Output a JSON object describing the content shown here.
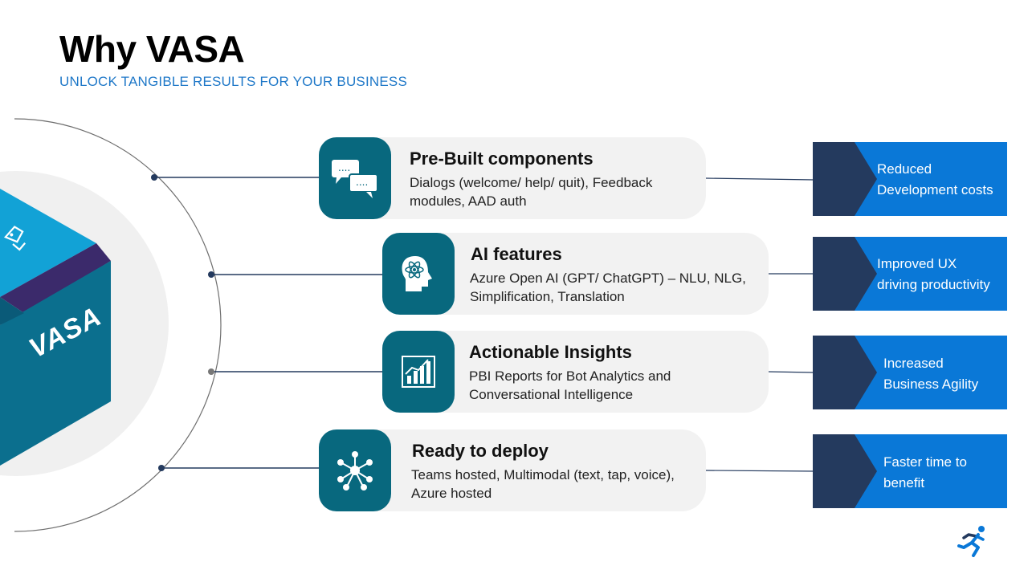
{
  "header": {
    "title": "Why VASA",
    "subtitle": "UNLOCK TANGIBLE RESULTS FOR YOUR BUSINESS"
  },
  "hero": {
    "cube_label": "VASA"
  },
  "features": [
    {
      "title": "Pre-Built components",
      "description": "Dialogs (welcome/ help/ quit), Feedback\nmodules, AAD auth",
      "icon": "chat-bubbles-icon"
    },
    {
      "title": "AI features",
      "description": "Azure Open AI (GPT/ ChatGPT) – NLU, NLG,\nSimplification, Translation",
      "icon": "ai-head-icon"
    },
    {
      "title": "Actionable Insights",
      "description": "PBI Reports for Bot Analytics and\nConversational Intelligence",
      "icon": "bar-chart-icon"
    },
    {
      "title": "Ready to deploy",
      "description": "Teams hosted, Multimodal (text, tap, voice),\nAzure hosted",
      "icon": "network-hub-icon"
    }
  ],
  "benefits": [
    {
      "text": "Reduced\nDevelopment costs"
    },
    {
      "text": "Improved UX\ndriving productivity"
    },
    {
      "text": "Increased\nBusiness Agility"
    },
    {
      "text": "Faster time to\nbenefit"
    }
  ],
  "colors": {
    "accent_blue": "#0a78d7",
    "navy": "#243a5e",
    "teal": "#08687e",
    "card_bg": "#f2f2f2",
    "subtitle": "#1f78c8"
  }
}
